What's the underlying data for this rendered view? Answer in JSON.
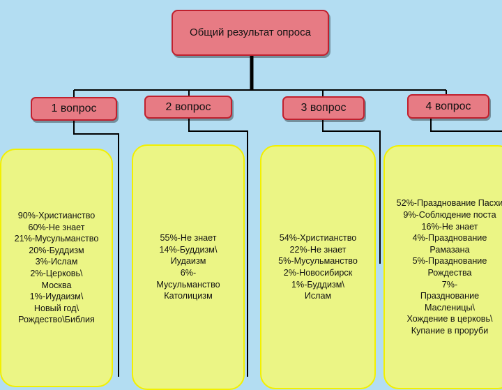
{
  "root": {
    "title": "Общий результат опроса"
  },
  "questions": [
    {
      "label": "1 вопрос",
      "answers": "90%-Христианство\n60%-Не знает\n21%-Мусульманство\n20%-Буддизм\n3%-Ислам\n2%-Церковь\\\nМосква\n1%-Иудаизм\\\nНовый год\\\nРождество\\Библия"
    },
    {
      "label": "2 вопрос",
      "answers": "55%-Не знает\n14%-Буддизм\\\nИудаизм\n6%-\nМусульманство\nКатолицизм"
    },
    {
      "label": "3 вопрос",
      "answers": "54%-Христианство\n22%-Не знает\n5%-Мусульманство\n2%-Новосибирск\n1%-Буддизм\\\nИслам"
    },
    {
      "label": "4 вопрос",
      "answers": "52%-Празднование Пасхи\n9%-Соблюдение поста\n16%-Не знает\n4%-Празднование\nРамазана\n5%-Празднование\nРождества\n7%-\nПразднование\nМасленицы\\\nХождение в церковь\\\nКупание в проруби"
    }
  ],
  "colors": {
    "background": "#b3ddf2",
    "node_fill": "#e77b84",
    "node_border": "#c0202e",
    "answer_fill": "#ebf585",
    "answer_border": "#f2f000",
    "connector": "#000000"
  }
}
